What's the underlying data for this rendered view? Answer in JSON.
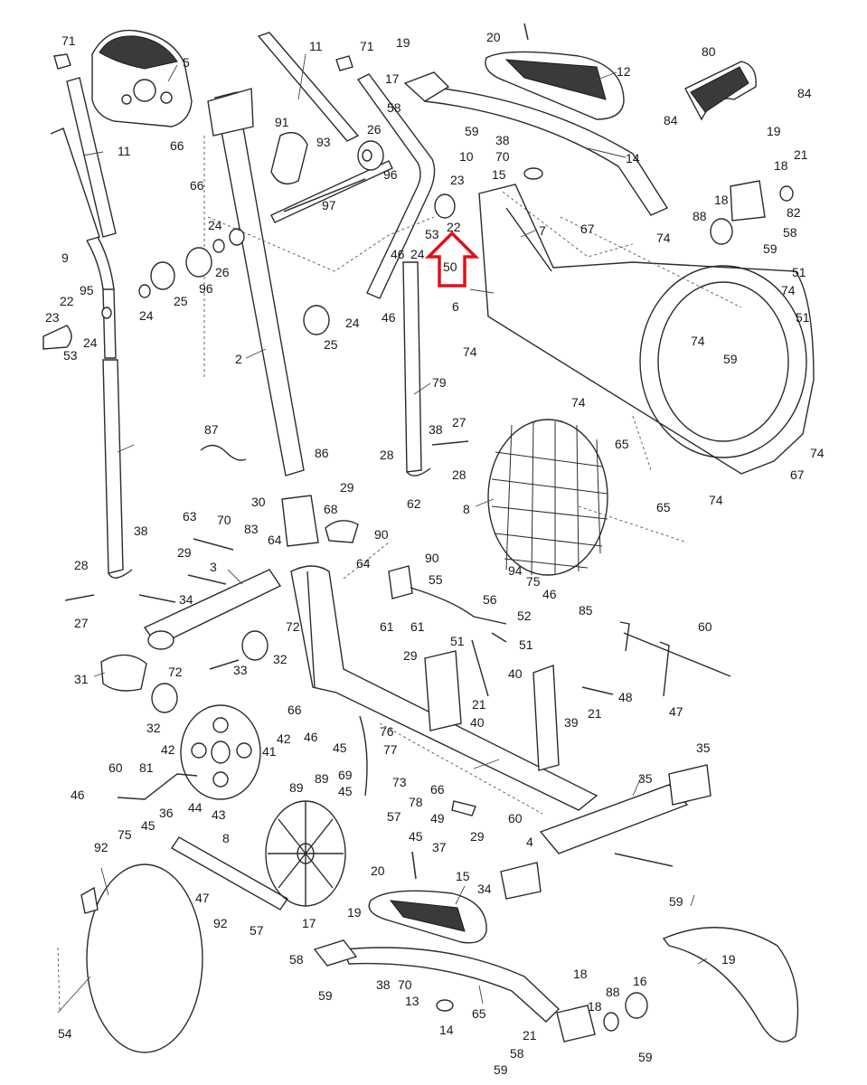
{
  "accent_color": "#e0101a",
  "highlight": {
    "arrow_color": "#e0101a",
    "target_part": "22",
    "shape": "up-arrow"
  },
  "labels": [
    "71",
    "5",
    "11",
    "71",
    "19",
    "20",
    "12",
    "80",
    "84",
    "66",
    "66",
    "91",
    "93",
    "26",
    "96",
    "97",
    "10",
    "17",
    "58",
    "59",
    "38",
    "70",
    "15",
    "14",
    "84",
    "19",
    "21",
    "18",
    "18",
    "82",
    "88",
    "58",
    "59",
    "11",
    "9",
    "95",
    "22",
    "23",
    "53",
    "24",
    "24",
    "25",
    "96",
    "26",
    "24",
    "25",
    "24",
    "23",
    "22",
    "53",
    "24",
    "50",
    "46",
    "46",
    "7",
    "67",
    "74",
    "51",
    "74",
    "51",
    "6",
    "74",
    "74",
    "59",
    "2",
    "79",
    "38",
    "27",
    "28",
    "28",
    "29",
    "86",
    "87",
    "74",
    "65",
    "65",
    "74",
    "67",
    "74",
    "8",
    "30",
    "68",
    "62",
    "90",
    "90",
    "63",
    "70",
    "83",
    "64",
    "64",
    "55",
    "61",
    "61",
    "38",
    "29",
    "28",
    "27",
    "3",
    "34",
    "72",
    "31",
    "72",
    "33",
    "32",
    "32",
    "29",
    "66",
    "46",
    "45",
    "42",
    "42",
    "41",
    "43",
    "44",
    "81",
    "60",
    "46",
    "75",
    "45",
    "36",
    "8",
    "92",
    "47",
    "92",
    "57",
    "89",
    "45",
    "89",
    "57",
    "45",
    "20",
    "37",
    "19",
    "17",
    "58",
    "59",
    "38",
    "70",
    "13",
    "15",
    "14",
    "65",
    "54",
    "69",
    "77",
    "73",
    "78",
    "66",
    "76",
    "49",
    "60",
    "29",
    "4",
    "35",
    "35",
    "34",
    "59",
    "51",
    "52",
    "51",
    "40",
    "21",
    "40",
    "39",
    "21",
    "48",
    "47",
    "60",
    "94",
    "75",
    "46",
    "85",
    "56",
    "19",
    "18",
    "88",
    "16",
    "18",
    "21",
    "58",
    "59",
    "59"
  ]
}
